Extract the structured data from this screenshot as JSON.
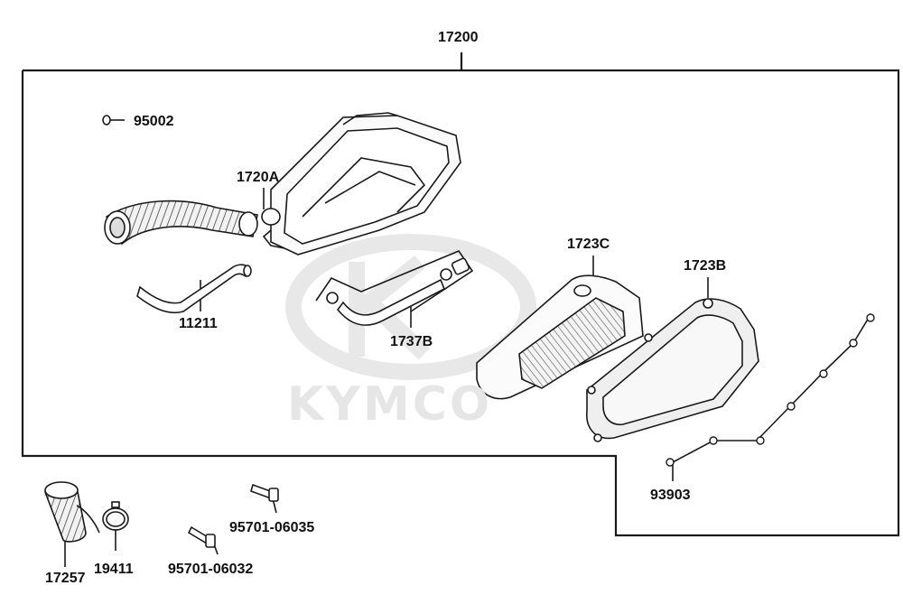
{
  "watermark": {
    "brand": "KYMCO",
    "color": "#e6e6e6"
  },
  "line_color": "#1a1a1a",
  "parts": [
    {
      "id": "assembly",
      "number": "17200"
    },
    {
      "id": "clip",
      "number": "95002"
    },
    {
      "id": "intake-duct",
      "number": "1720A"
    },
    {
      "id": "drain-tube",
      "number": "11211"
    },
    {
      "id": "breather-hose",
      "number": "1737B"
    },
    {
      "id": "filter-element",
      "number": "1723C"
    },
    {
      "id": "cover",
      "number": "1723B"
    },
    {
      "id": "screw",
      "number": "93903"
    },
    {
      "id": "bellows-duct",
      "number": "17257"
    },
    {
      "id": "hose-clamp",
      "number": "19411"
    },
    {
      "id": "bolt-a",
      "number": "95701-06035"
    },
    {
      "id": "bolt-b",
      "number": "95701-06032"
    }
  ]
}
